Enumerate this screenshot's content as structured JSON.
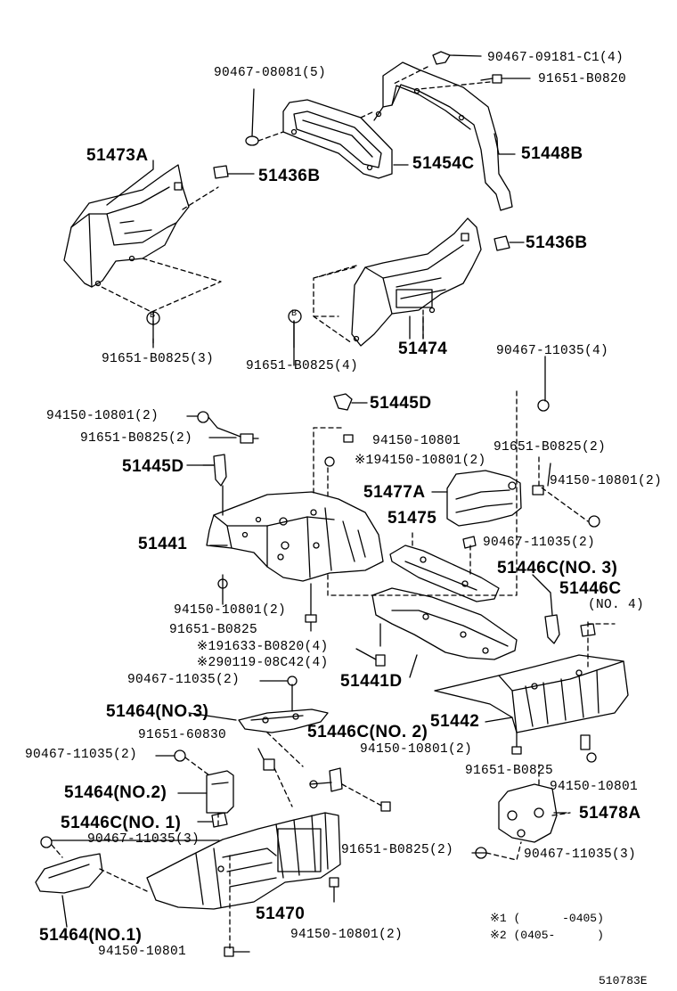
{
  "labels": {
    "p90467_09181": "90467-09181-C1(4)",
    "p91651_B0820": "91651-B0820",
    "p90467_08081": "90467-08081(5)",
    "p51473A": "51473A",
    "p51436B_a": "51436B",
    "p51454C": "51454C",
    "p51448B": "51448B",
    "p51436B_b": "51436B",
    "p91651_B0825_3": "91651-B0825(3)",
    "p91651_B0825_4": "91651-B0825(4)",
    "p51474": "51474",
    "p90467_11035_4": "90467-11035(4)",
    "p94150_10801_2a": "94150-10801(2)",
    "p51445D_top": "51445D",
    "p91651_B0825_2a": "91651-B0825(2)",
    "p94150_10801_a": "94150-10801",
    "p94150_10801_note": "※194150-10801(2)",
    "p91651_B0825_2b": "91651-B0825(2)",
    "p51445D_left": "51445D",
    "p94150_10801_2b": "94150-10801(2)",
    "p51477A": "51477A",
    "p51475": "51475",
    "p51441": "51441",
    "p90467_11035_2a": "90467-11035(2)",
    "p51446C_no3": "51446C(NO. 3)",
    "p51446C_top": "51446C",
    "p51446C_no4": "(NO. 4)",
    "p94150_10801_2c": "94150-10801(2)",
    "p91651_B0825_b": "91651-B0825",
    "p91633_B0820": "※191633-B0820(4)",
    "p90119_08C42": "※290119-08C42(4)",
    "p90467_11035_2b": "90467-11035(2)",
    "p51441D": "51441D",
    "p51464_no3": "51464(NO.3)",
    "p51442": "51442",
    "p91651_60830": "91651-60830",
    "p51446C_no2": "51446C(NO. 2)",
    "p94150_10801_2d": "94150-10801(2)",
    "p90467_11035_2c": "90467-11035(2)",
    "p91651_B0825_c": "91651-B0825",
    "p94150_10801_c": "94150-10801",
    "p51464_no2": "51464(NO.2)",
    "p51478A": "51478A",
    "p51446C_no1": "51446C(NO. 1)",
    "p90467_11035_3a": "90467-11035(3)",
    "p91651_B0825_2c": "91651-B0825(2)",
    "p90467_11035_3b": "90467-11035(3)",
    "p51470": "51470",
    "p51464_no1": "51464(NO.1)",
    "p94150_10801_2e": "94150-10801(2)",
    "p94150_10801_d": "94150-10801",
    "circle_b1": "B",
    "circle_b2": "B"
  },
  "footnotes": {
    "note1": "※1 (      -0405)",
    "note2": "※2 (0405-      )"
  },
  "figure_code": "510783E"
}
